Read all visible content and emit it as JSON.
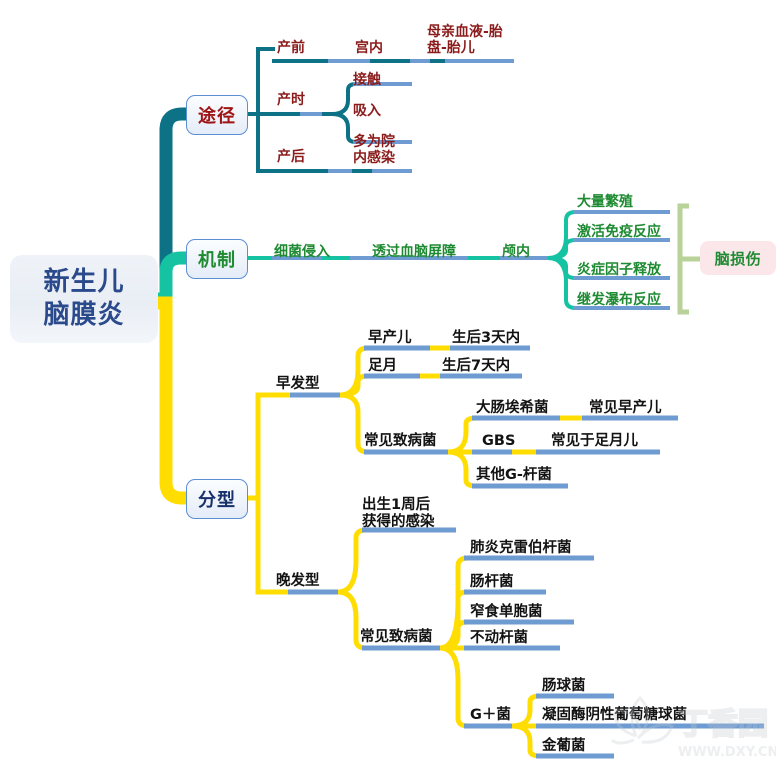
{
  "title": "新生儿脑膜炎思维导图",
  "root": {
    "line1": "新生儿",
    "line2": "脑膜炎"
  },
  "colors": {
    "trunk_dark_teal": "#0d7286",
    "trunk_teal": "#15c2a2",
    "trunk_yellow": "#ffdd00",
    "underline_blue": "#6e9bd2",
    "bracket_green": "#b9d29a",
    "root_text": "#2b4a8b",
    "red_text": "#8c1c1c",
    "green_text": "#1e8b32",
    "black_text": "#131313",
    "pill_bg": "#fbe6ea"
  },
  "branches": [
    {
      "id": "route",
      "label": "途径",
      "label_color": "red",
      "children": [
        {
          "label": "产前",
          "children": [
            {
              "label": "宫内",
              "children": [
                {
                  "label": "母亲血液-胎\n盘-胎儿"
                }
              ]
            }
          ]
        },
        {
          "label": "产时",
          "children": [
            {
              "label": "接触"
            },
            {
              "label": "吸入"
            }
          ]
        },
        {
          "label": "产后",
          "children": [
            {
              "label": "多为院\n内感染"
            }
          ]
        }
      ]
    },
    {
      "id": "mechanism",
      "label": "机制",
      "label_color": "green",
      "chain": [
        "细菌侵入",
        "透过血脑屏障",
        "颅内"
      ],
      "outcomes": [
        "大量繁殖",
        "激活免疫反应",
        "炎症因子释放",
        "继发瀑布反应"
      ],
      "result": "脑损伤"
    },
    {
      "id": "classification",
      "label": "分型",
      "label_color": "navy",
      "types": [
        {
          "label": "早发型",
          "items": [
            {
              "label": "早产儿",
              "detail": "生后3天内"
            },
            {
              "label": "足月",
              "detail": "生后7天内"
            },
            {
              "label": "常见致病菌",
              "pathogens": [
                {
                  "label": "大肠埃希菌",
                  "note": "常见早产儿"
                },
                {
                  "label": "GBS",
                  "note": "常见于足月儿"
                },
                {
                  "label": "其他G-杆菌",
                  "note": ""
                }
              ]
            }
          ]
        },
        {
          "label": "晚发型",
          "items": [
            {
              "label": "出生1周后\n获得的感染"
            },
            {
              "label": "常见致病菌",
              "pathogens": [
                {
                  "label": "肺炎克雷伯杆菌",
                  "note": ""
                },
                {
                  "label": "肠杆菌",
                  "note": ""
                },
                {
                  "label": "窄食单胞菌",
                  "note": ""
                },
                {
                  "label": "不动杆菌",
                  "note": ""
                }
              ]
            },
            {
              "label": "G＋菌",
              "pathogens": [
                {
                  "label": "肠球菌",
                  "note": ""
                },
                {
                  "label": "凝固酶阴性葡萄糖球菌",
                  "note": ""
                },
                {
                  "label": "金葡菌",
                  "note": ""
                }
              ]
            }
          ]
        }
      ]
    }
  ],
  "watermark": {
    "brand": "丁香园",
    "url": "WWW.DXY.CN"
  }
}
